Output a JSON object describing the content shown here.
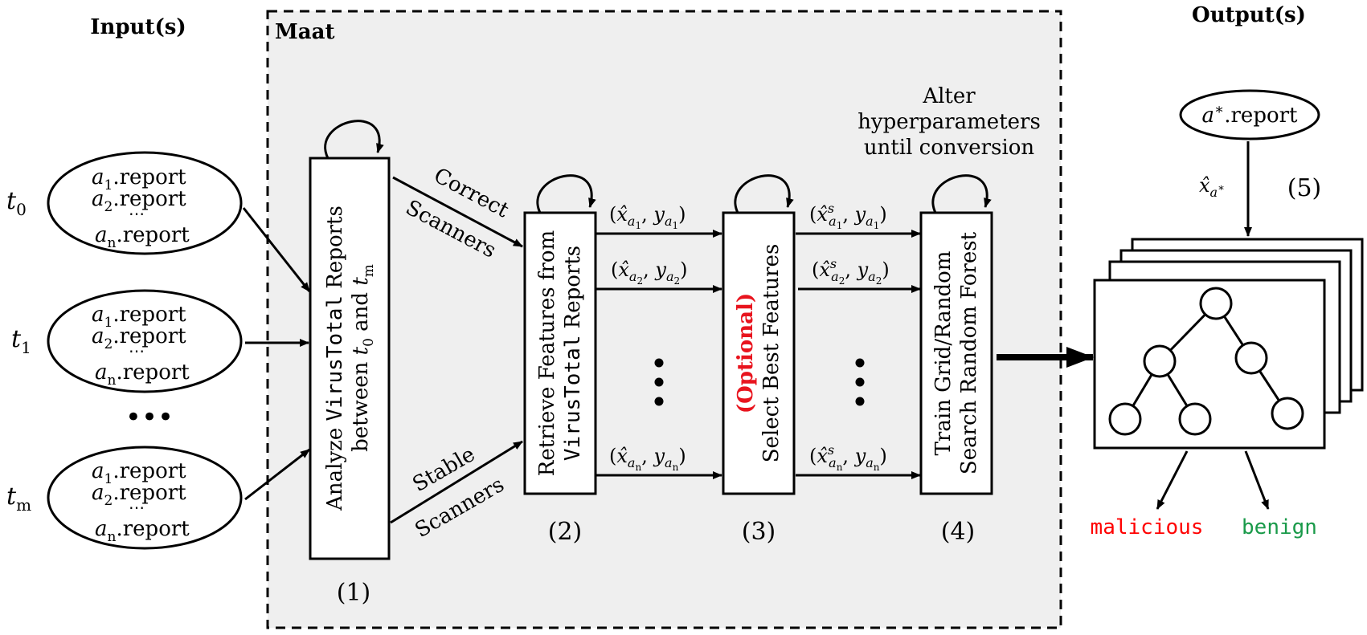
{
  "headings": {
    "inputs": "Input(s)",
    "maat": "Maat",
    "outputs": "Output(s)"
  },
  "inputs": [
    {
      "time": "t",
      "time_sub": "0",
      "lines": [
        {
          "a": "a",
          "sub": "1",
          "rest": ".report"
        },
        {
          "a": "a",
          "sub": "2",
          "rest": ".report"
        },
        {
          "a": "⋯",
          "sub": "",
          "rest": ""
        },
        {
          "a": "a",
          "sub": "n",
          "rest": ".report"
        }
      ]
    },
    {
      "time": "t",
      "time_sub": "1",
      "lines": [
        {
          "a": "a",
          "sub": "1",
          "rest": ".report"
        },
        {
          "a": "a",
          "sub": "2",
          "rest": ".report"
        },
        {
          "a": "⋯",
          "sub": "",
          "rest": ""
        },
        {
          "a": "a",
          "sub": "n",
          "rest": ".report"
        }
      ]
    },
    {
      "time": "t",
      "time_sub": "m",
      "lines": [
        {
          "a": "a",
          "sub": "1",
          "rest": ".report"
        },
        {
          "a": "a",
          "sub": "2",
          "rest": ".report"
        },
        {
          "a": "⋯",
          "sub": "",
          "rest": ""
        },
        {
          "a": "a",
          "sub": "n",
          "rest": ".report"
        }
      ]
    }
  ],
  "input_ellipsis": "•••",
  "step1": {
    "line1_pre": "Analyze ",
    "line1_mono": "VirusTotal",
    "line1_post": " Reports",
    "line2_pre": "between ",
    "t0": "t",
    "t0_sub": "0",
    "and": " and ",
    "tm": "t",
    "tm_sub": "m",
    "number": "(1)"
  },
  "edge_labels": {
    "correct": "Correct",
    "scanners_top": "Scanners",
    "stable": "Stable",
    "scanners_bottom": "Scanners"
  },
  "step2": {
    "line1": "Retrieve Features from",
    "line2_mono": "VirusTotal",
    "line2_post": " Reports",
    "number": "(2)"
  },
  "pairs_2_3": [
    {
      "x": "x̂",
      "xsub": "a",
      "xsubsub": "1",
      "y": "y",
      "ysub": "a",
      "ysubsub": "1"
    },
    {
      "x": "x̂",
      "xsub": "a",
      "xsubsub": "2",
      "y": "y",
      "ysub": "a",
      "ysubsub": "2"
    },
    {
      "x": "x̂",
      "xsub": "a",
      "xsubsub": "n",
      "y": "y",
      "ysub": "a",
      "ysubsub": "n"
    }
  ],
  "step3": {
    "optional": "(Optional)",
    "line2": "Select Best Features",
    "number": "(3)"
  },
  "pairs_3_4": [
    {
      "x": "x̂",
      "sup": "s",
      "xsub": "a",
      "xsubsub": "1",
      "y": "y",
      "ysub": "a",
      "ysubsub": "1"
    },
    {
      "x": "x̂",
      "sup": "s",
      "xsub": "a",
      "xsubsub": "2",
      "y": "y",
      "ysub": "a",
      "ysubsub": "2"
    },
    {
      "x": "x̂",
      "sup": "s",
      "xsub": "a",
      "xsubsub": "n",
      "y": "y",
      "ysub": "a",
      "ysubsub": "n"
    }
  ],
  "step4": {
    "line1": "Train Grid/Random",
    "line2": "Search Random Forest",
    "number": "(4)",
    "note": [
      "Alter",
      "hyperparameters",
      "until conversion"
    ]
  },
  "step5": {
    "query_a": "a",
    "query_sup": "∗",
    "query_rest": ".report",
    "feature_x": "x̂",
    "feature_sub": "a",
    "feature_subsup": "∗",
    "number": "(5)",
    "malicious": "malicious",
    "benign": "benign"
  },
  "colors": {
    "optional_red": "#e8141e",
    "malicious_red": "#ff0000",
    "benign_green": "#1a9a4a",
    "maat_fill": "#efefef"
  }
}
